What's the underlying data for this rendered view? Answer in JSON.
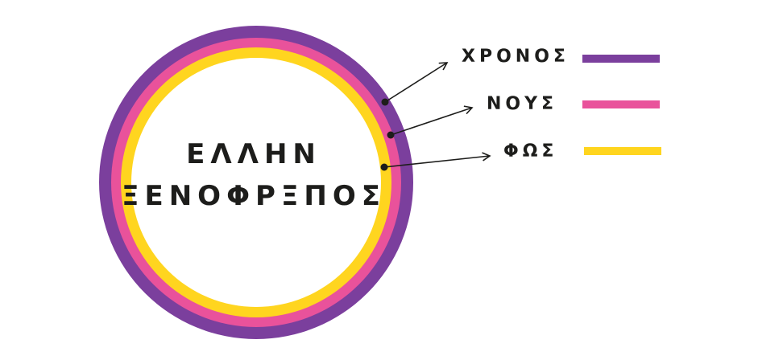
{
  "colors": {
    "background": "#ffffff",
    "ink": "#1d1d1b",
    "purple": "#7b3f9d",
    "pink": "#e9529b",
    "yellow": "#ffd51f"
  },
  "title": {
    "line1": "ΕΛΛΗΝ",
    "line2": "ΞΕΝΟΦΡΞΠΟΣ"
  },
  "legend": [
    {
      "label": "ΧΡΟΝΟΣ",
      "color": "#7b3f9d"
    },
    {
      "label": "ΝΟΥΣ",
      "color": "#e9529b"
    },
    {
      "label": "ΦΩΣ",
      "color": "#ffd51f"
    }
  ]
}
